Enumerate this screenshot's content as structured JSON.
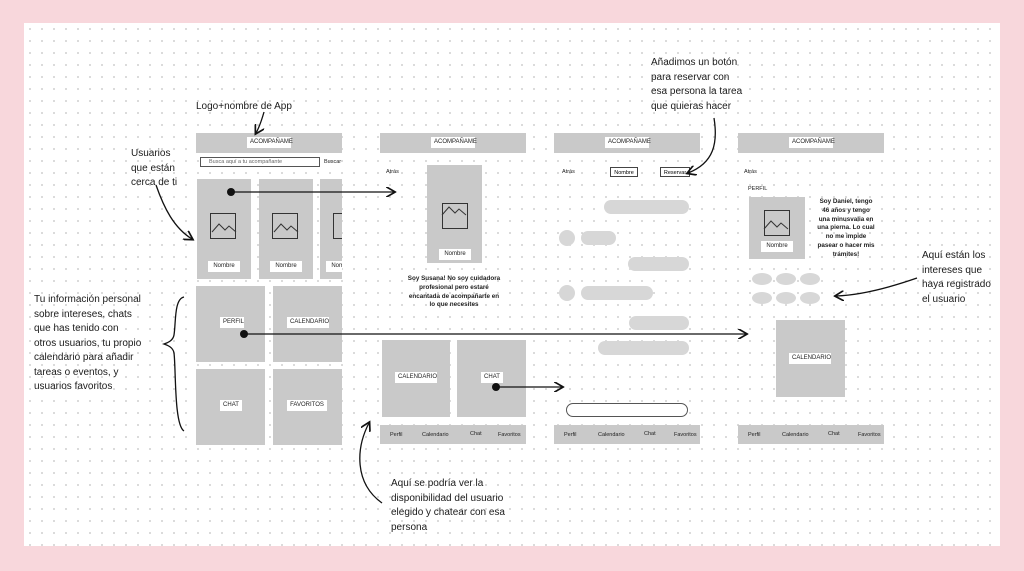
{
  "app": {
    "header_title": "ACOMPAÑAME",
    "search_placeholder": "Busca aquí a tu acompañante",
    "search_button": "Buscar",
    "back": "Atrás",
    "name_label": "Nombre",
    "reserve_button": "Reservar",
    "perfil_heading": "PERFIL",
    "tiles": {
      "perfil": "PERFIL",
      "calendario": "CALENDARIO",
      "chat": "CHAT",
      "favoritos": "FAVORITOS"
    },
    "tabs": [
      "Perfil",
      "Calendario",
      "Chat",
      "Favoritos"
    ],
    "susana_desc": "Soy Susana! No soy cuidadora\nprofesional pero estaré\nencantada de acompañarte en\nlo que necesites",
    "daniel_desc": "Soy Daniel, tengo\n46 años y tengo\nuna minusvalia en\nuna pierna. Lo cual\nno me impide\npasear o hacer mis\ntrámites!"
  },
  "annotations": {
    "logo": "Logo+nombre de App",
    "users": "Usuarios\nque están\ncerca de ti",
    "info": "Tu información personal\nsobre intereses, chats\nque has tenido con\notros usuarios, tu propio\ncalendario para añadir\ntareas o eventos, y\nusuarios favoritos",
    "reserve": "Añadimos un botón\npara reservar con\nesa persona la tarea\nque quieras hacer",
    "interests": "Aquí están los\nintereses que\nhaya registrado\nel usuario",
    "availability": "Aquí se podría ver la\ndisponibilidad del usuario\nelegido y chatear con esa\npersona"
  }
}
